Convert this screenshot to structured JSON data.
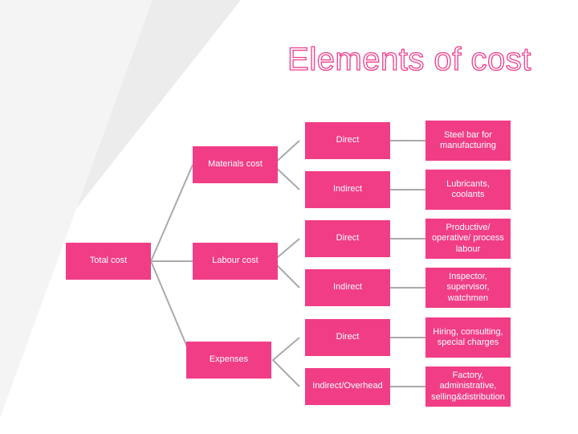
{
  "title": "Elements of cost",
  "colors": {
    "accent": "#f13d86",
    "connector": "#a9a9a9",
    "title_outline": "#ef3d8c"
  },
  "diagram": {
    "root": {
      "label": "Total cost"
    },
    "categories": [
      {
        "label": "Materials cost",
        "types": [
          {
            "label": "Direct",
            "example": "Steel bar for manufacturing"
          },
          {
            "label": "Indirect",
            "example": "Lubricants, coolants"
          }
        ]
      },
      {
        "label": "Labour cost",
        "types": [
          {
            "label": "Direct",
            "example": "Productive/ operative/ process labour"
          },
          {
            "label": "Indirect",
            "example": "Inspector, supervisor, watchmen"
          }
        ]
      },
      {
        "label": "Expenses",
        "types": [
          {
            "label": "Direct",
            "example": "Hiring, consulting, special charges"
          },
          {
            "label": "Indirect/Overhead",
            "example": "Factory, administrative, selling&distribution"
          }
        ]
      }
    ]
  }
}
